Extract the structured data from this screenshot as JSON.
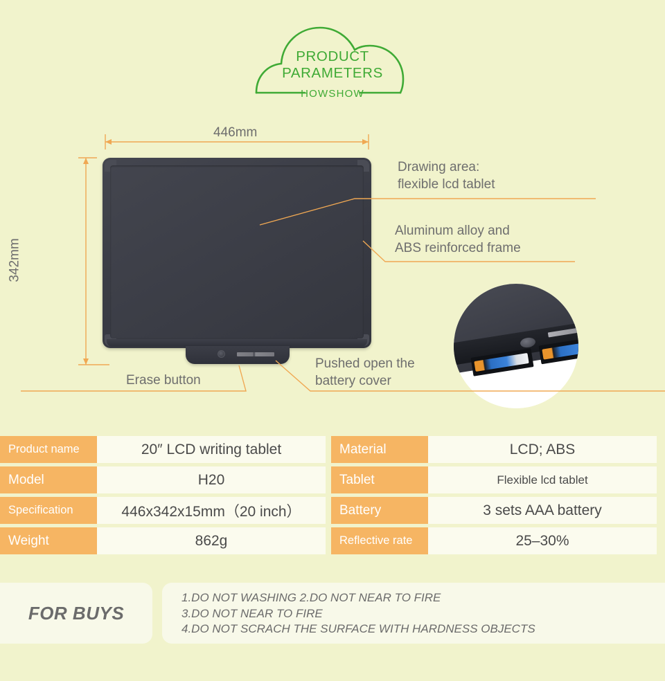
{
  "header": {
    "title_line1": "PRODUCT",
    "title_line2": "PARAMETERS",
    "brand": "HOWSHOW",
    "accent_color": "#3faa35"
  },
  "diagram": {
    "dimensions": {
      "width_label": "446mm",
      "height_label": "342mm",
      "line_color": "#f0a853"
    },
    "callouts": [
      {
        "id": "drawing-area",
        "line1": "Drawing area:",
        "line2": "flexible lcd tablet"
      },
      {
        "id": "frame",
        "line1": "Aluminum alloy and",
        "line2": "ABS reinforced frame"
      },
      {
        "id": "battery-cover",
        "line1": "Pushed open the",
        "line2": "battery cover"
      },
      {
        "id": "erase-button",
        "line1": "Erase button",
        "line2": ""
      }
    ],
    "device_color": "#3b3d46",
    "label_color": "#6e6e6e"
  },
  "spec_table": {
    "label_bg": "#f6b563",
    "value_bg": "#fbfbee",
    "rows": [
      {
        "left_label": "Product name",
        "left_value": "20″ LCD writing tablet",
        "right_label": "Material",
        "right_value": "LCD; ABS"
      },
      {
        "left_label": "Model",
        "left_value": "H20",
        "right_label": "Tablet",
        "right_value": "Flexible lcd tablet"
      },
      {
        "left_label": "Specification",
        "left_value": "446x342x15mm（20 inch）",
        "right_label": "Battery",
        "right_value": "3 sets AAA battery"
      },
      {
        "left_label": "Weight",
        "left_value": "862g",
        "right_label": "Reflective  rate",
        "right_value": "25–30%"
      }
    ]
  },
  "for_buys": {
    "title": "FOR BUYS",
    "lines": [
      "1.DO NOT WASHING    2.DO NOT  NEAR TO  FIRE",
      "3.DO NOT  NEAR TO  FIRE",
      "4.DO NOT SCRACH THE SURFACE WITH HARDNESS OBJECTS"
    ]
  },
  "background_color": "#f1f3cc"
}
